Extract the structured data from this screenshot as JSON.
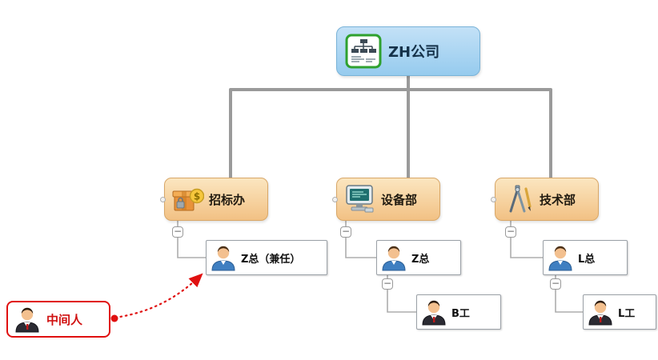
{
  "nodes": {
    "company": {
      "label": "ZH公司",
      "type": "company"
    },
    "dept_bidding": {
      "label": "招标办",
      "type": "department"
    },
    "dept_equipment": {
      "label": "设备部",
      "type": "department"
    },
    "dept_technology": {
      "label": "技术部",
      "type": "department"
    },
    "person_z_concurrent": {
      "label": "Z总（兼任）",
      "type": "manager"
    },
    "person_z": {
      "label": "Z总",
      "type": "manager"
    },
    "person_b": {
      "label": "B工",
      "type": "engineer"
    },
    "person_l": {
      "label": "L总",
      "type": "manager"
    },
    "person_l2": {
      "label": "L工",
      "type": "engineer"
    },
    "middleman": {
      "label": "中间人",
      "type": "middleman"
    }
  },
  "edges": [
    {
      "from": "ZH公司",
      "to": "招标办",
      "type": "hierarchy"
    },
    {
      "from": "ZH公司",
      "to": "设备部",
      "type": "hierarchy"
    },
    {
      "from": "ZH公司",
      "to": "技术部",
      "type": "hierarchy"
    },
    {
      "from": "招标办",
      "to": "Z总（兼任）",
      "type": "hierarchy"
    },
    {
      "from": "设备部",
      "to": "Z总",
      "type": "hierarchy"
    },
    {
      "from": "Z总",
      "to": "B工",
      "type": "hierarchy"
    },
    {
      "from": "技术部",
      "to": "L总",
      "type": "hierarchy"
    },
    {
      "from": "L总",
      "to": "L工",
      "type": "hierarchy"
    },
    {
      "from": "中间人",
      "to": "Z总（兼任）",
      "type": "red-dotted-arrow"
    }
  ],
  "ui": {
    "collapse_glyph": "−",
    "dollar_glyph": "$"
  },
  "icons": {
    "company": "org-chart-board-icon",
    "dept_bidding": "package-money-icon",
    "dept_equipment": "computer-icon",
    "dept_technology": "drafting-tools-icon",
    "manager": "person-blue-shirt-icon",
    "engineer": "person-dark-suit-icon",
    "middleman": "person-dark-suit-icon"
  },
  "colors": {
    "company_fill": "#a9d3f0",
    "department_fill": "#f6cf97",
    "person_border": "#9aa0a6",
    "connector_gray": "#9a9a9a",
    "accent_red": "#e01010",
    "icon_green": "#2fa12f"
  }
}
